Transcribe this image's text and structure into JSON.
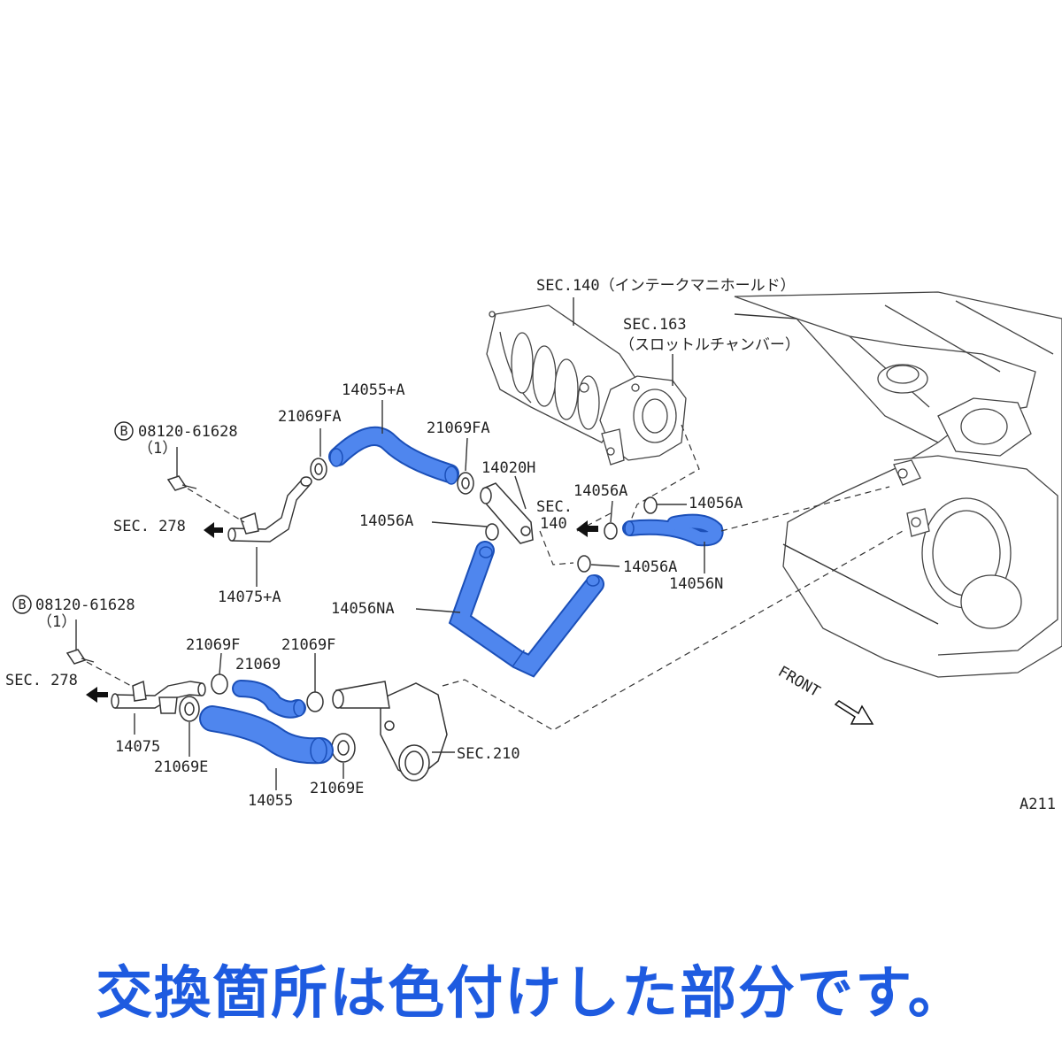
{
  "labels": {
    "sec140_title": "SEC.140（インテークマニホールド）",
    "sec163_title": "SEC.163",
    "sec163_sub": "（スロットルチャンバー）",
    "p14055a": "14055+A",
    "p21069fa_left": "21069FA",
    "p21069fa_right": "21069FA",
    "p14020h": "14020H",
    "bolt_top": "08120-61628",
    "bolt_top_qty": "（1）",
    "sec278_top": "SEC. 278",
    "p14075a": "14075+A",
    "p14056a_left": "14056A",
    "p14056a_mid": "14056A",
    "p14056a_right": "14056A",
    "p14056a_lower": "14056A",
    "sec140_small_1": "SEC.",
    "sec140_small_2": "140",
    "p14056n": "14056N",
    "p14056na": "14056NA",
    "bolt_bottom": "08120-61628",
    "bolt_bottom_qty": "（1）",
    "p21069f_left": "21069F",
    "p21069f_right": "21069F",
    "p21069": "21069",
    "sec278_bottom": "SEC. 278",
    "p14075": "14075",
    "p21069e_left": "21069E",
    "p14055": "14055",
    "p21069e_right": "21069E",
    "sec210": "SEC.210",
    "front": "FRONT",
    "diagram_code": "A211",
    "bolt_mark": "B"
  },
  "caption": "交換箇所は色付けした部分です。",
  "colors": {
    "highlight": "#4f86ee",
    "highlight_edge": "#1b4fb8",
    "caption": "#1e5be0"
  }
}
